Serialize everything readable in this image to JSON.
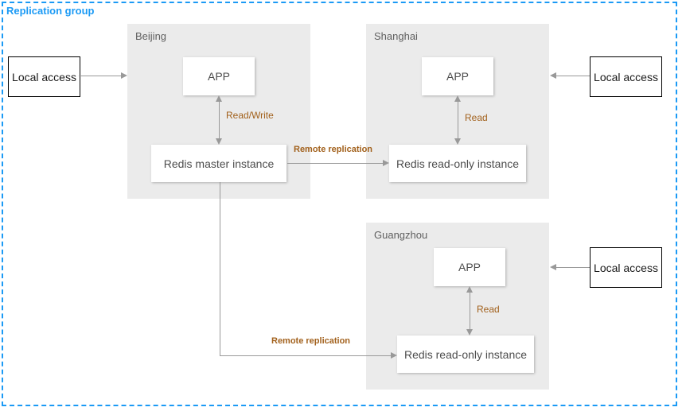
{
  "title": "Replication group",
  "colors": {
    "accent_blue": "#1b9af5",
    "region_fill": "#ebebeb",
    "edge_label_brown": "#a2611c",
    "arrow_gray": "#999999"
  },
  "external_access": {
    "left": {
      "label": "Local access"
    },
    "right_top": {
      "label": "Local access"
    },
    "right_bottom": {
      "label": "Local access"
    }
  },
  "regions": {
    "beijing": {
      "name": "Beijing",
      "app_label": "APP",
      "instance_label": "Redis master instance",
      "link_label": "Read/Write"
    },
    "shanghai": {
      "name": "Shanghai",
      "app_label": "APP",
      "instance_label": "Redis read-only instance",
      "link_label": "Read"
    },
    "guangzhou": {
      "name": "Guangzhou",
      "app_label": "APP",
      "instance_label": "Redis read-only instance",
      "link_label": "Read"
    }
  },
  "replication": {
    "beijing_to_shanghai_label": "Remote replication",
    "beijing_to_guangzhou_label": "Remote replication"
  }
}
